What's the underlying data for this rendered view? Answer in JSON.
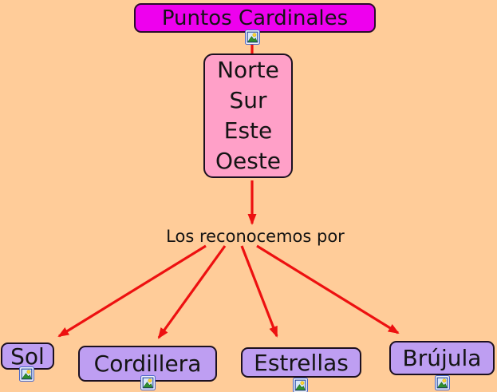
{
  "diagram": {
    "title": "Puntos Cardinales",
    "main_concept": {
      "lines": [
        "Norte",
        "Sur",
        "Este",
        "Oeste"
      ]
    },
    "linking_phrase": "Los reconocemos por",
    "leaves": [
      {
        "label": "Sol"
      },
      {
        "label": "Cordillera"
      },
      {
        "label": "Estrellas"
      },
      {
        "label": "Brújula"
      }
    ],
    "connections": [
      {
        "from": "Puntos Cardinales",
        "to": "Norte Sur Este Oeste"
      },
      {
        "from": "Norte Sur Este Oeste",
        "to": "Los reconocemos por"
      },
      {
        "from": "Los reconocemos por",
        "to": "Sol"
      },
      {
        "from": "Los reconocemos por",
        "to": "Cordillera"
      },
      {
        "from": "Los reconocemos por",
        "to": "Estrellas"
      },
      {
        "from": "Los reconocemos por",
        "to": "Brújula"
      }
    ],
    "icons": {
      "node_attachment": "image-resource-icon"
    },
    "colors": {
      "background": "#FFCC99",
      "title_fill": "#EE00EE",
      "main_fill": "#FFA0C8",
      "leaf_fill": "#BE9EF2",
      "arrow": "#ED1010",
      "border": "#1C1020",
      "text": "#141414"
    }
  }
}
